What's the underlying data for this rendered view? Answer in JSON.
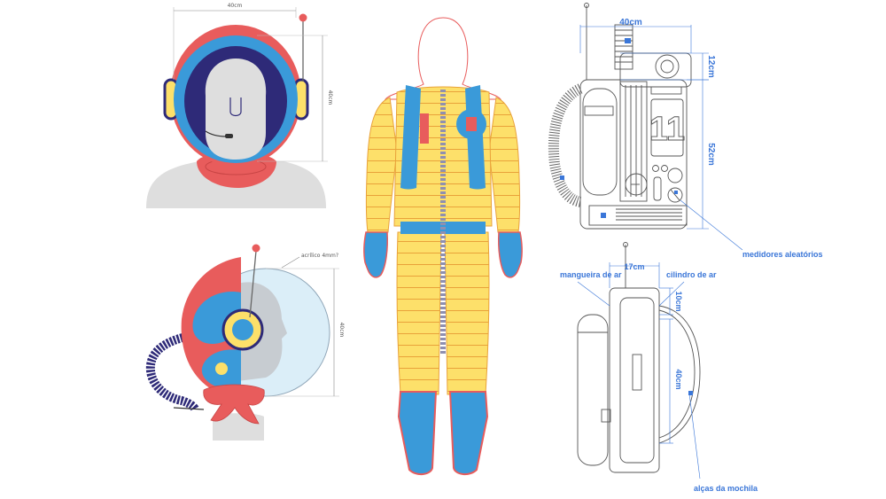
{
  "colors": {
    "yellow": "#fde06a",
    "yellow_stroke": "#e9a23a",
    "blue": "#3a9ad9",
    "navy": "#2e2a78",
    "red": "#e85c5c",
    "grey": "#dedede",
    "visor": "#dbeef8",
    "line_blue": "#3a76d8"
  },
  "front_helmet": {
    "width_label": "40cm",
    "height_label": "40cm"
  },
  "side_helmet": {
    "material_label": "acrílico 4mm?",
    "height_label": "40cm"
  },
  "backpack_back": {
    "width_label": "40cm",
    "height_top_label": "12cm",
    "height_label": "52cm",
    "panel_number": "11",
    "gauges_label": "medidores aleatórios"
  },
  "backpack_side": {
    "hose_label": "mangueira de ar",
    "cylinder_label": "cilindro de ar",
    "width_label": "17cm",
    "top_label": "10cm",
    "height_label": "40cm",
    "straps_label": "alças da mochila"
  }
}
